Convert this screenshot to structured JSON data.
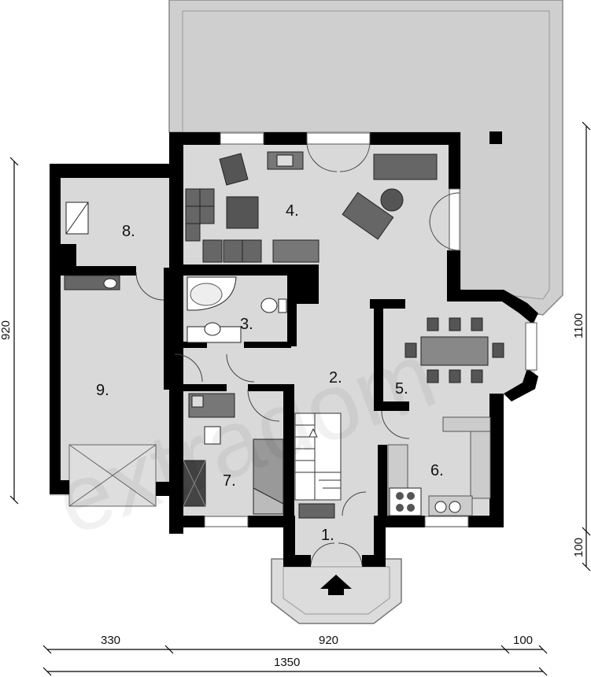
{
  "rooms": [
    {
      "id": "entry",
      "label": "1."
    },
    {
      "id": "hall",
      "label": "2."
    },
    {
      "id": "bathroom",
      "label": "3."
    },
    {
      "id": "living",
      "label": "4."
    },
    {
      "id": "dining",
      "label": "5."
    },
    {
      "id": "kitchen",
      "label": "6."
    },
    {
      "id": "study",
      "label": "7."
    },
    {
      "id": "utility",
      "label": "8."
    },
    {
      "id": "garage",
      "label": "9."
    }
  ],
  "dimensions": {
    "bottom_left": "330",
    "bottom_middle": "920",
    "bottom_right": "100",
    "bottom_total": "1350",
    "left_height": "920",
    "right_height_upper": "1100",
    "right_height_lower": "100"
  },
  "watermark": "extradom",
  "colors": {
    "wall": "#000000",
    "floor": "#d9d9d9",
    "terrace": "#cfcfcf",
    "furniture": "#555555",
    "background": "#ffffff"
  }
}
